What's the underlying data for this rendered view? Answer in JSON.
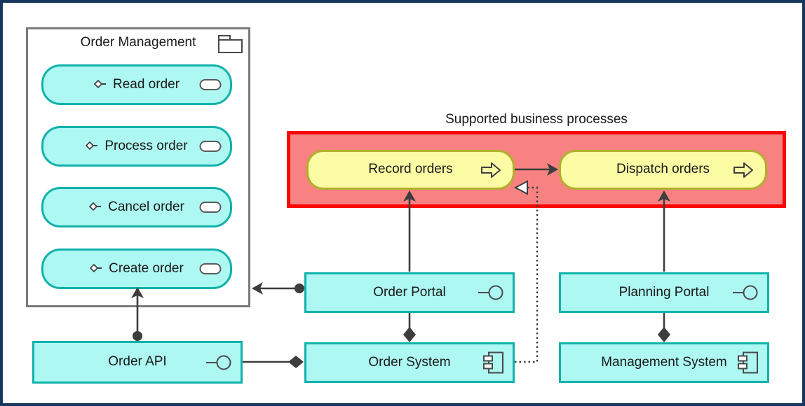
{
  "colors": {
    "canvas-border": "#17375e",
    "group-border": "#7b7b7b",
    "app-fill": "#adf8f2",
    "app-border": "#10b2aa",
    "process-fill": "#fcfca5",
    "process-border": "#b0b02b",
    "bpgroup-fill": "#f88181",
    "bpgroup-border": "#fb0404",
    "line": "#3d3d3d",
    "text": "#1a1a1a"
  },
  "group": {
    "title": "Order Management",
    "icon": "folder-icon"
  },
  "services": [
    {
      "label": "Read order",
      "glyph": "diamond-dash-icon",
      "badge": "service-oval-icon"
    },
    {
      "label": "Process order",
      "glyph": "diamond-dash-icon",
      "badge": "service-oval-icon"
    },
    {
      "label": "Cancel order",
      "glyph": "diamond-dash-icon",
      "badge": "service-oval-icon"
    },
    {
      "label": "Create order",
      "glyph": "diamond-dash-icon",
      "badge": "service-oval-icon"
    }
  ],
  "business": {
    "title": "Supported business processes",
    "processes": [
      {
        "label": "Record orders",
        "icon": "process-arrow-icon"
      },
      {
        "label": "Dispatch orders",
        "icon": "process-arrow-icon"
      }
    ]
  },
  "applications": [
    {
      "label": "Order Portal",
      "icon": "interface-lollipop-icon"
    },
    {
      "label": "Order System",
      "icon": "component-icon"
    },
    {
      "label": "Order API",
      "icon": "interface-lollipop-icon"
    },
    {
      "label": "Planning Portal",
      "icon": "interface-lollipop-icon"
    },
    {
      "label": "Management System",
      "icon": "component-icon"
    }
  ],
  "relationships": [
    {
      "type": "flow-arrow",
      "from": "Record orders",
      "to": "Dispatch orders"
    },
    {
      "type": "serving-arrow",
      "from": "Order Portal",
      "to": "Record orders"
    },
    {
      "type": "serving-arrow",
      "from": "Planning Portal",
      "to": "Dispatch orders"
    },
    {
      "type": "assignment-ball-arrow",
      "from": "Order Portal",
      "to": "Order Management"
    },
    {
      "type": "assignment-ball-arrow",
      "from": "Order API",
      "to": "Create order"
    },
    {
      "type": "composition-diamond",
      "from": "Order System",
      "to": "Order Portal"
    },
    {
      "type": "composition-diamond",
      "from": "Order System",
      "to": "Order API"
    },
    {
      "type": "composition-diamond",
      "from": "Management System",
      "to": "Planning Portal"
    },
    {
      "type": "realization-dotted",
      "from": "Order System",
      "to": "Record orders"
    }
  ]
}
